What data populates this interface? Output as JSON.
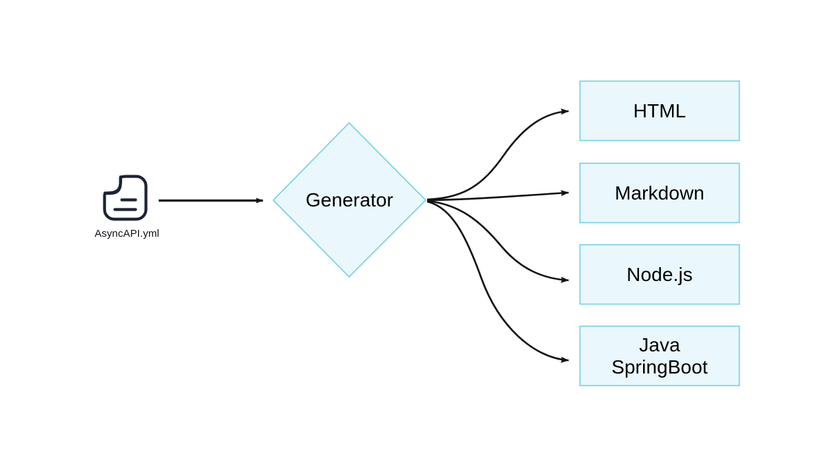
{
  "diagram": {
    "type": "flowchart",
    "title": "",
    "background_color": "#ffffff",
    "palette": {
      "node_fill": "#eaf8fd",
      "node_stroke": "#6fd0e6",
      "edge_stroke": "#121212",
      "icon_stroke": "#1c2333",
      "text_color": "#000000"
    },
    "source": {
      "icon": "document-file-icon",
      "caption": "AsyncAPI.yml"
    },
    "process": {
      "shape": "diamond",
      "label": "Generator"
    },
    "outputs": [
      {
        "id": "html",
        "label": "HTML"
      },
      {
        "id": "markdown",
        "label": "Markdown"
      },
      {
        "id": "nodejs",
        "label": "Node.js"
      },
      {
        "id": "java-springboot",
        "label": "Java\nSpringBoot"
      }
    ],
    "edges": [
      {
        "from": "AsyncAPI.yml",
        "to": "Generator",
        "style": "straight-arrow"
      },
      {
        "from": "Generator",
        "to": "HTML",
        "style": "curved-arrow"
      },
      {
        "from": "Generator",
        "to": "Markdown",
        "style": "curved-arrow"
      },
      {
        "from": "Generator",
        "to": "Node.js",
        "style": "curved-arrow"
      },
      {
        "from": "Generator",
        "to": "Java SpringBoot",
        "style": "curved-arrow"
      }
    ]
  }
}
